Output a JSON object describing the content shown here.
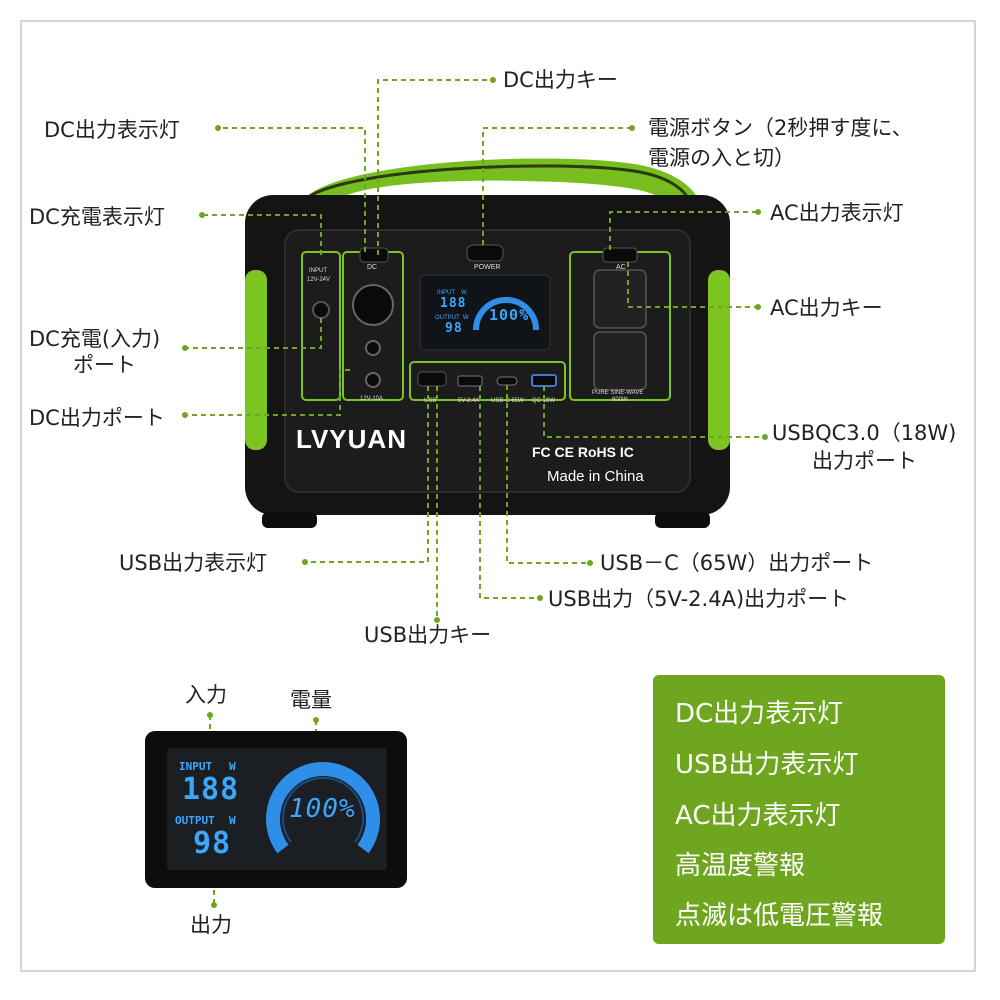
{
  "device": {
    "brand": "LVYUAN",
    "made_in": "Made in China",
    "cert_marks": "FC CE RoHS IC",
    "port_labels": {
      "input": "INPUT",
      "input_range": "12V-24V",
      "dc": "DC",
      "dc_spec": "12V-10A",
      "power": "POWER",
      "ac": "AC",
      "pure_sine": "PURE SINE-WAVE",
      "ac_watt": "600W",
      "usb": "USB",
      "usb_a_spec": "5V-2.4A",
      "usb_c_spec": "USB-C 65W",
      "qc_spec": "QC 18W"
    },
    "screen": {
      "input_label": "INPUT",
      "input_value": "188",
      "output_label": "OUTPUT",
      "output_value": "98",
      "unit": "W",
      "battery": "100%"
    }
  },
  "callouts": {
    "dc_output_key": "DC出力キー",
    "dc_output_lamp": "DC出力表示灯",
    "power_button_line1": "電源ボタン（2秒押す度に、",
    "power_button_line2": "電源の入と切）",
    "dc_charge_lamp": "DC充電表示灯",
    "ac_output_lamp": "AC出力表示灯",
    "ac_output_key": "AC出力キー",
    "dc_charge_port_line1": "DC充電(入力)",
    "dc_charge_port_line2": "ポート",
    "dc_output_port": "DC出力ポート",
    "usbqc_line1": "USBQC3.0（18W)",
    "usbqc_line2": "出力ポート",
    "usb_output_lamp": "USB出力表示灯",
    "usb_c_port": "USB－C（65W）出力ポート",
    "usb_a_port": "USB出力（5V-2.4A)出力ポート",
    "usb_output_key": "USB出力キー"
  },
  "display_detail": {
    "input_label": "入力",
    "battery_label": "電量",
    "output_label": "出力",
    "screen_input": "INPUT",
    "screen_input_value": "188",
    "screen_output": "OUTPUT",
    "screen_output_value": "98",
    "screen_unit": "W",
    "screen_battery": "100%"
  },
  "legend": {
    "items": [
      "DC出力表示灯",
      "USB出力表示灯",
      "AC出力表示灯",
      "高温度警報",
      "点滅は低電圧警報"
    ]
  },
  "colors": {
    "accent_green": "#6fa61f",
    "device_green": "#8fd12a",
    "display_blue": "#3aa7ff",
    "leader_line": "#6fa61f"
  }
}
